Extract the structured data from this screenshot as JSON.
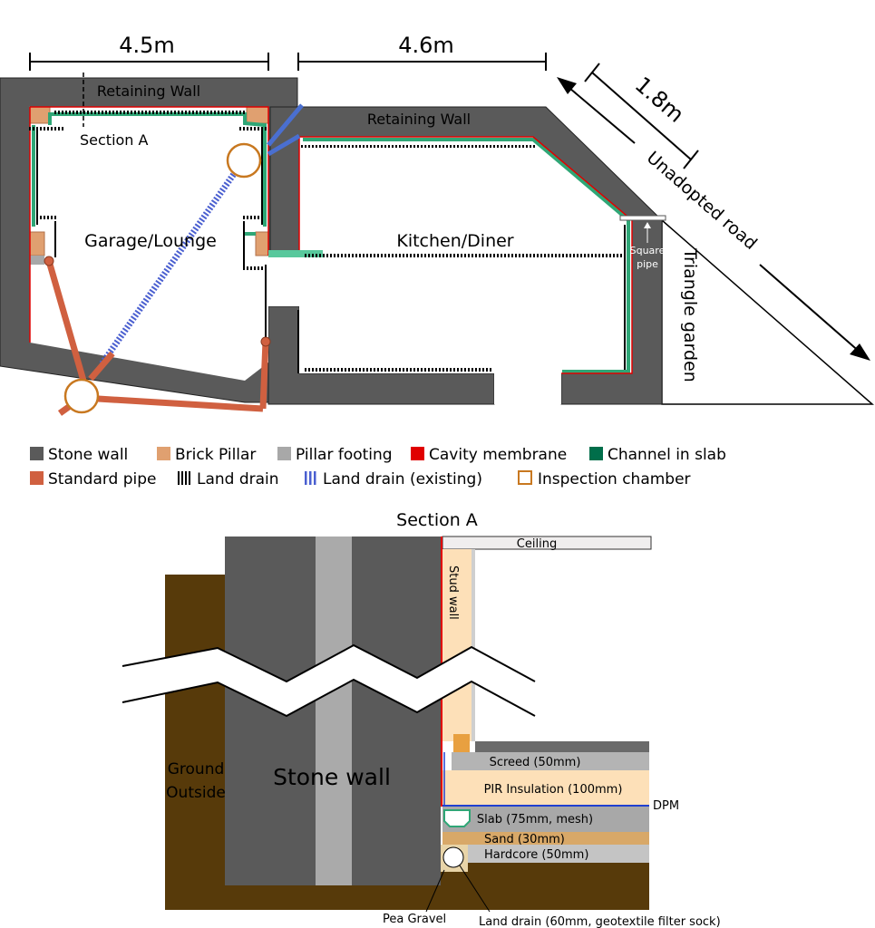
{
  "plan": {
    "dim_left": "4.5m",
    "dim_right": "4.6m",
    "dim_diag": "1.8m",
    "retaining_wall_left": "Retaining Wall",
    "retaining_wall_right": "Retaining Wall",
    "section_marker": "Section A",
    "room_left": "Garage/Lounge",
    "room_right": "Kitchen/Diner",
    "square_pipe_1": "Square",
    "square_pipe_2": "pipe",
    "road": "Unadopted road",
    "garden": "Triangle garden"
  },
  "legend": [
    {
      "label": "Stone wall",
      "color": "#5a5a5a"
    },
    {
      "label": "Brick Pillar",
      "color": "#e0a070"
    },
    {
      "label": "Pillar footing",
      "color": "#a8a8a8"
    },
    {
      "label": "Cavity membrane",
      "color": "#e00000"
    },
    {
      "label": "Channel in slab",
      "color": "#006e4a"
    },
    {
      "label": "Standard pipe",
      "color": "#d06040"
    },
    {
      "label": "Land drain",
      "color": "#000000"
    },
    {
      "label": "Land drain (existing)",
      "color": "#4a5fd0"
    },
    {
      "label": "Inspection chamber",
      "color": "#c87820"
    }
  ],
  "section": {
    "title": "Section A",
    "ceiling": "Ceiling",
    "stud_wall": "Stud wall",
    "ground_1": "Ground",
    "ground_2": "Outside",
    "stone_wall": "Stone wall",
    "screed": "Screed (50mm)",
    "pir": "PIR Insulation (100mm)",
    "dpm": "DPM",
    "slab": "Slab (75mm, mesh)",
    "sand": "Sand (30mm)",
    "hardcore": "Hardcore (50mm)",
    "pea_gravel": "Pea Gravel",
    "land_drain": "Land drain (60mm, geotextile filter sock)"
  }
}
